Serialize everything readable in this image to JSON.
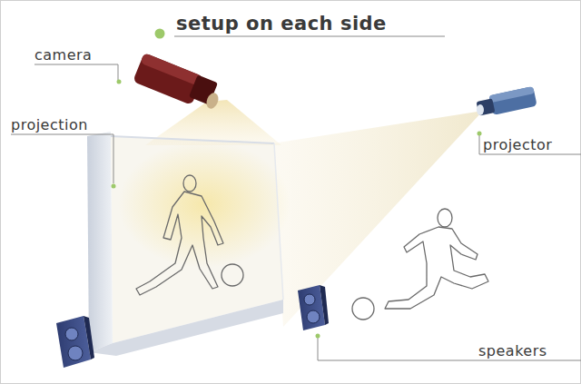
{
  "diagram": {
    "title": "setup on each side",
    "labels": [
      "camera",
      "projection",
      "projector",
      "speakers"
    ]
  }
}
